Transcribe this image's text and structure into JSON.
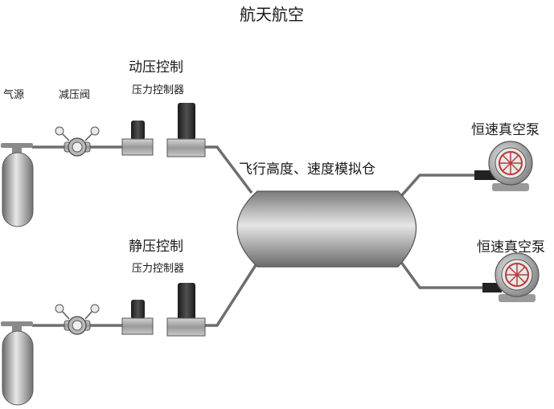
{
  "title": "航天航空",
  "labels": {
    "gas_source": "气源",
    "reducer_valve": "减压阀",
    "dynamic_pressure": "动压控制",
    "static_pressure": "静压控制",
    "controller_top": "压力控制器",
    "controller_bottom": "压力控制器",
    "chamber": "飞行高度、速度模拟仓",
    "pump_top": "恒速真空泵",
    "pump_bottom": "恒速真空泵"
  },
  "colors": {
    "pipe": "#6e6e6e",
    "metal": "#a9a9a9",
    "dark": "#2e2e2e",
    "text": "#1a1a1a"
  }
}
